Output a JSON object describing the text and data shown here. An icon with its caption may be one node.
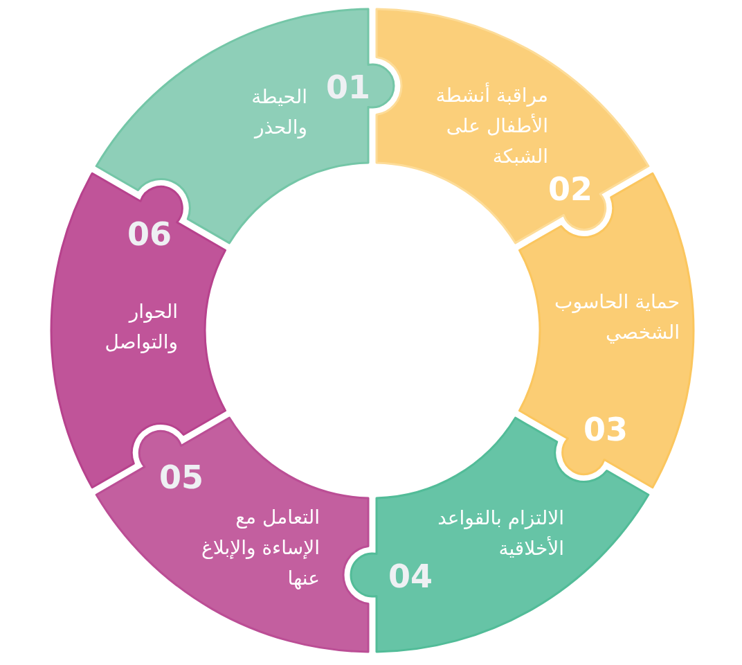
{
  "diagram": {
    "nodes": [
      {
        "text": [
          "01",
          "الحيطة والحذر"
        ]
      },
      {
        "text": [
          "مراقبة أنشطة الأطفال على الشبكة",
          "02"
        ]
      },
      {
        "text": [
          "حماية الحاسوب الشخصي",
          "03"
        ]
      },
      {
        "text": [
          "الالتزام بالقواعد الأخلاقية",
          "04"
        ]
      },
      {
        "text": [
          "05",
          "التعامل مع الإساءة والإبلاغ عنها"
        ]
      },
      {
        "text": [
          "06",
          "الحوار والتواصل"
        ]
      }
    ]
  }
}
